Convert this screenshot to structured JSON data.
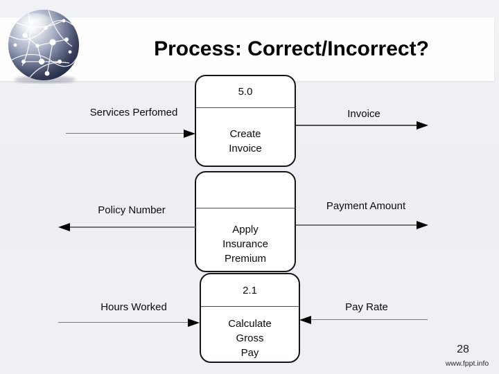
{
  "slide": {
    "title": "Process: Correct/Incorrect?",
    "page_number": "28",
    "footer_link": "www.fppt.info"
  },
  "logo": {
    "icon": "globe-network-icon"
  },
  "diagram": {
    "processes": [
      {
        "number": "5.0",
        "label_lines": [
          "Create",
          "Invoice"
        ]
      },
      {
        "number": "",
        "label_lines": [
          "Apply",
          "Insurance",
          "Premium"
        ]
      },
      {
        "number": "2.1",
        "label_lines": [
          "Calculate",
          "Gross",
          "Pay"
        ]
      }
    ],
    "flows": [
      {
        "label": "Services Perfomed",
        "direction": "right-into-process"
      },
      {
        "label": "Invoice",
        "direction": "right-out-of-process"
      },
      {
        "label": "Policy Number",
        "direction": "left-out-of-process"
      },
      {
        "label": "Payment Amount",
        "direction": "right-out-of-process"
      },
      {
        "label": "Hours Worked",
        "direction": "right-into-process"
      },
      {
        "label": "Pay Rate",
        "direction": "left-into-process"
      }
    ]
  },
  "colors": {
    "background": "#eef0f4",
    "band": "#fefefe",
    "box_border": "#151515",
    "flow_line": "#767676",
    "arrowhead": "#000000",
    "sphere_dark": "#262c45"
  }
}
